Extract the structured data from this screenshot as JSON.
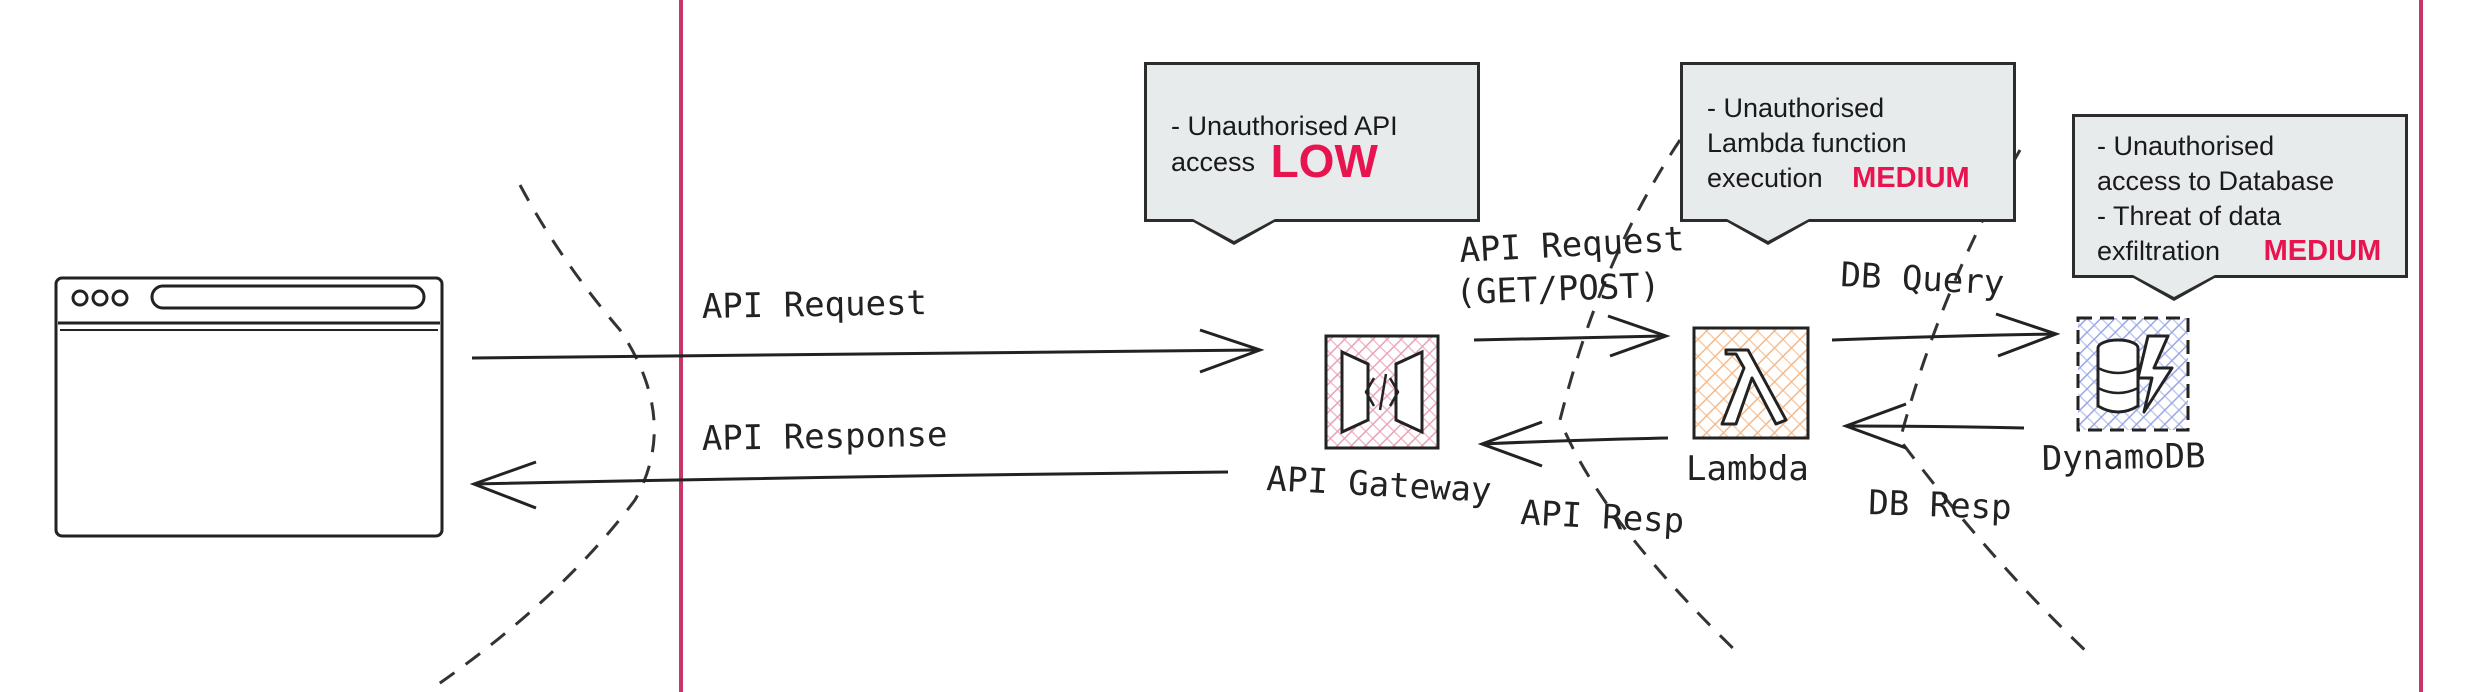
{
  "colors": {
    "boundary": "#c8356a",
    "severity": "#e8144f",
    "note_bg": "#e8ebec",
    "gateway_accent": "#e7a3b6",
    "lambda_accent": "#f4b98a",
    "dynamo_accent": "#9aa6e6"
  },
  "labels": {
    "api_request": "API Request",
    "api_response": "API Response",
    "gw_request_line1": "API Request",
    "gw_request_line2": "(GET/POST)",
    "api_resp": "API Resp",
    "db_query": "DB Query",
    "db_resp": "DB Resp"
  },
  "nodes": {
    "browser": {
      "icon": "browser-window-icon"
    },
    "gateway": {
      "label": "API Gateway",
      "icon": "api-gateway-icon"
    },
    "lambda": {
      "label": "Lambda",
      "icon": "lambda-icon"
    },
    "dynamodb": {
      "label": "DynamoDB",
      "icon": "dynamodb-icon"
    }
  },
  "notes": {
    "api": {
      "line1": "- Unauthorised API",
      "line2": "access",
      "severity": "LOW"
    },
    "lambda": {
      "line1": "- Unauthorised",
      "line2": "Lambda function",
      "line3": "execution",
      "severity": "MEDIUM"
    },
    "db": {
      "line1": "- Unauthorised",
      "line2": "access to Database",
      "line3": "- Threat of data",
      "line4": "exfiltration",
      "severity": "MEDIUM"
    }
  }
}
